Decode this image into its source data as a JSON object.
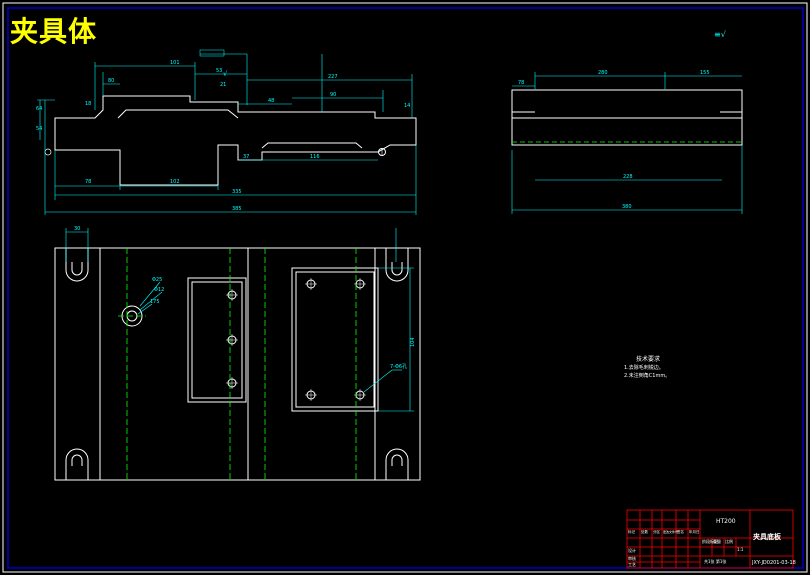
{
  "drawing": {
    "title": "夹具体",
    "surface_finish": "≡√"
  },
  "front_view": {
    "dims": {
      "d101": "101",
      "d53": "53",
      "d80": "80",
      "d21": "21",
      "d227": "227",
      "d48": "48",
      "d90": "90",
      "d18": "18",
      "d54": "54",
      "d78": "78",
      "d37": "37",
      "d116": "116",
      "d102": "102",
      "d335": "335",
      "d385": "385",
      "d14": "14",
      "d64": "64"
    }
  },
  "side_view": {
    "dims": {
      "s280": "280",
      "s155": "155",
      "s78": "78",
      "s228": "228",
      "s380": "380"
    }
  },
  "top_view": {
    "dims": {
      "t30": "30",
      "t104": "104",
      "tphi25": "Φ25",
      "tphi12": "Φ12",
      "t175": "175",
      "t7": "7-Φ6孔"
    }
  },
  "notes": {
    "heading": "技术要求",
    "line1": "1.去除毛刺锐边。",
    "line2": "2.未注倒角C1mm。"
  },
  "title_block": {
    "material": "HT200",
    "name": "夹具底板",
    "code": "JXY-JD0201-03-18",
    "scale": "1:1",
    "sheet_labels": [
      "标记",
      "处数",
      "分区",
      "更改文件号",
      "签名",
      "年月日"
    ],
    "row_labels": [
      "设计",
      "审核",
      "工艺"
    ],
    "fields": [
      "阶段标记",
      "重量",
      "比例"
    ],
    "sheet": "共1张 第1张"
  }
}
